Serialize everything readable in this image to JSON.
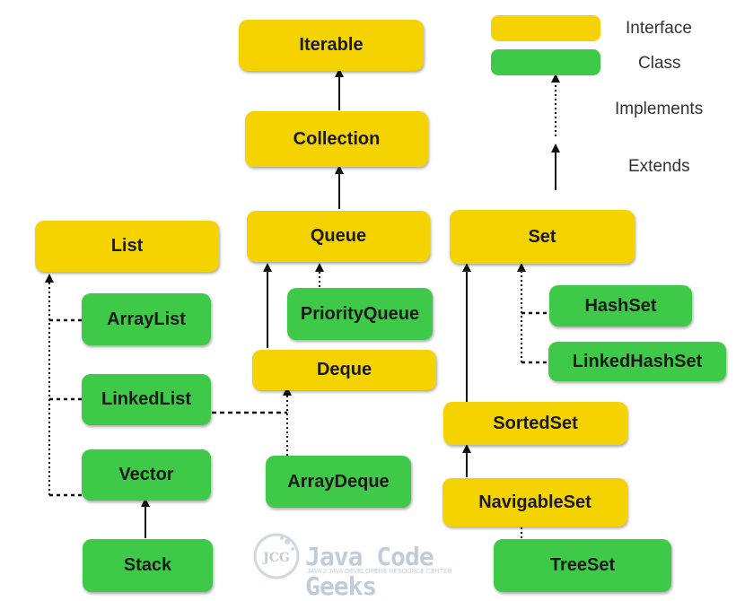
{
  "colors": {
    "interface": "#f5d300",
    "class": "#3ec948",
    "edge": "#111111"
  },
  "legend": {
    "interface_label": "Interface",
    "class_label": "Class",
    "implements_label": "Implements",
    "extends_label": "Extends"
  },
  "nodes": {
    "iterable": "Iterable",
    "collection": "Collection",
    "list": "List",
    "queue": "Queue",
    "set": "Set",
    "arraylist": "ArrayList",
    "linkedlist": "LinkedList",
    "vector": "Vector",
    "stack": "Stack",
    "priorityqueue": "PriorityQueue",
    "deque": "Deque",
    "arraydeque": "ArrayDeque",
    "hashset": "HashSet",
    "linkedhashset": "LinkedHashSet",
    "sortedset": "SortedSet",
    "navigableset": "NavigableSet",
    "treeset": "TreeSet"
  },
  "watermark": {
    "logo": "JCG",
    "title": "Java Code Geeks",
    "subtitle": "JAVA 2 JAVA DEVELOPERS RESOURCE CENTER"
  }
}
